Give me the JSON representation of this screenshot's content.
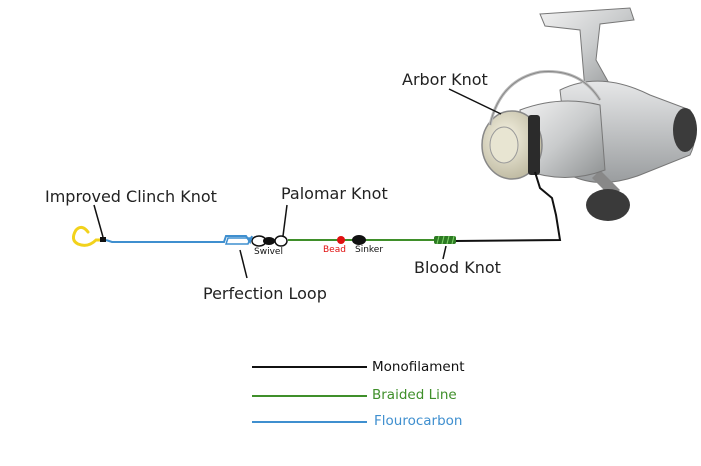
{
  "labels": {
    "arbor_knot": "Arbor Knot",
    "improved_clinch_knot": "Improved Clinch Knot",
    "palomar_knot": "Palomar Knot",
    "perfection_loop": "Perfection Loop",
    "blood_knot": "Blood Knot",
    "swivel": "Swivel",
    "bead": "Bead",
    "sinker": "Sinker"
  },
  "legend": [
    {
      "label": "Monofilament",
      "color": "#111111"
    },
    {
      "label": "Braided Line",
      "color": "#3f8f2a"
    },
    {
      "label": "Flourocarbon",
      "color": "#3f8fcf"
    }
  ],
  "colors": {
    "monofilament": "#111111",
    "braided": "#3f8f2a",
    "fluorocarbon": "#3f8fcf",
    "hook": "#f2d21c",
    "bead": "#e01010"
  }
}
